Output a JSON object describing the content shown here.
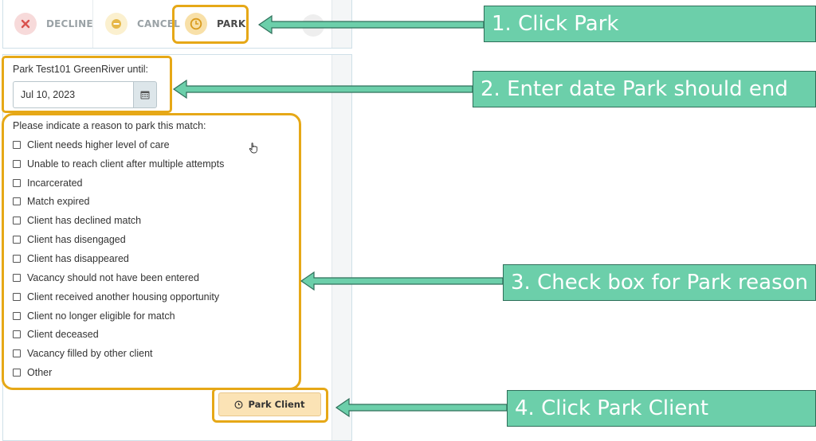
{
  "actions": {
    "decline": "DECLINE",
    "cancel": "CANCEL",
    "park": "PARK"
  },
  "park_form": {
    "until_label": "Park Test101 GreenRiver until:",
    "date_value": "Jul 10, 2023",
    "reason_title": "Please indicate a reason to park this match:",
    "reasons": [
      "Client needs higher level of care",
      "Unable to reach client after multiple attempts",
      "Incarcerated",
      "Match expired",
      "Client has declined match",
      "Client has disengaged",
      "Client has disappeared",
      "Vacancy should not have been entered",
      "Client received another housing opportunity",
      "Client no longer eligible for match",
      "Client deceased",
      "Vacancy filled by other client",
      "Other"
    ],
    "submit_label": "Park Client"
  },
  "callouts": {
    "step1": "1. Click Park",
    "step2": "2. Enter date Park should end",
    "step3": "3. Check box for Park reason",
    "step4": "4. Click Park Client"
  },
  "colors": {
    "highlight": "#e6a817",
    "callout_fill": "#6ccfaa",
    "callout_border": "#2f6f5a",
    "decline_red": "#d9534f",
    "cancel_yellow": "#e6b84a",
    "park_orange": "#d99a1c",
    "park_button": "#fbe3b5"
  },
  "icons": {
    "decline": "x-circle-icon",
    "cancel": "minus-circle-icon",
    "park": "clock-icon",
    "calendar": "calendar-icon",
    "submit": "clock-icon",
    "cursor": "hand-pointer-icon"
  }
}
